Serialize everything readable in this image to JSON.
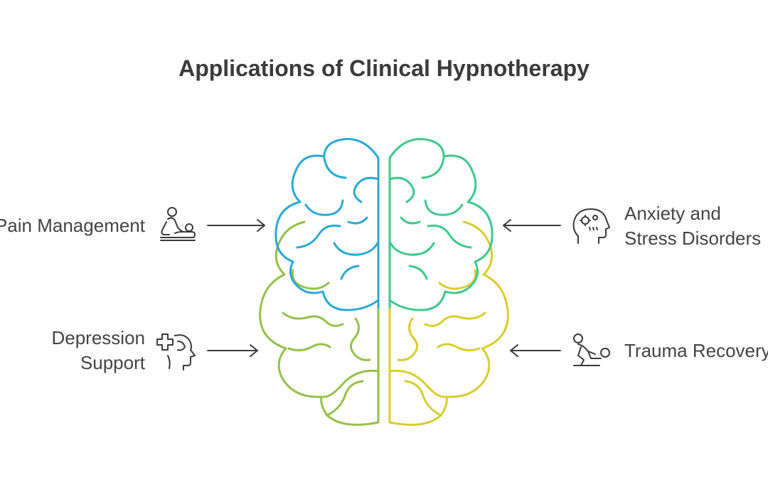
{
  "title": "Applications of Clinical Hypnotherapy",
  "items": [
    {
      "side": "left",
      "lines": [
        "Pain Management"
      ],
      "icon": "massage-therapy-icon"
    },
    {
      "side": "left",
      "lines": [
        "Depression",
        "Support"
      ],
      "icon": "mental-health-cross-icon"
    },
    {
      "side": "right",
      "lines": [
        "Anxiety and",
        "Stress Disorders"
      ],
      "icon": "anxious-head-icon"
    },
    {
      "side": "right",
      "lines": [
        "Trauma Recovery"
      ],
      "icon": "person-struggling-icon"
    }
  ],
  "colors": {
    "brain_upper_left": "#2aa9d6",
    "brain_upper_right": "#3ec98a",
    "brain_lower_left": "#94c24a",
    "brain_lower_right": "#d9cd2e",
    "text": "#444444",
    "stroke": "#3a3a3a"
  }
}
